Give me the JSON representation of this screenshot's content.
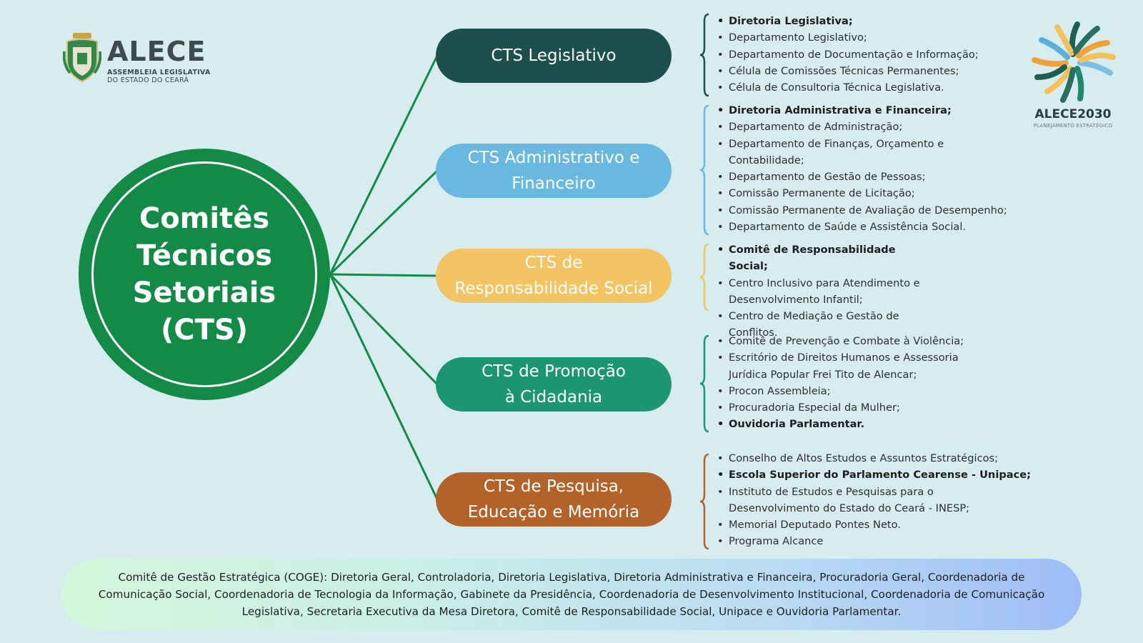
{
  "logo": {
    "brand": "ALECE",
    "subtitle_line1": "ASSEMBLEIA LEGISLATIVA",
    "subtitle_line2": "DO ESTADO DO CEARÁ",
    "icon": "coat-of-arms-icon"
  },
  "plan_logo": {
    "name": "ALECE",
    "year": "2030",
    "subtitle": "PLANEJAMENTO ESTRATÉGICO",
    "icon": "radial-burst-icon"
  },
  "main": {
    "title_lines": [
      "Comitês",
      "Técnicos",
      "Setoriais",
      "(CTS)"
    ],
    "color": "#138a46"
  },
  "committees": [
    {
      "label_lines": [
        "CTS Legislativo"
      ],
      "color": "#1d4f4c",
      "brace_color": "#1d4f4c",
      "items": [
        {
          "text": "Diretoria Legislativa;",
          "bold": true
        },
        {
          "text": "Departamento Legislativo;",
          "bold": false
        },
        {
          "text": "Departamento de Documentação e Informação;",
          "bold": false
        },
        {
          "text": "Célula de Comissões Técnicas Permanentes;",
          "bold": false
        },
        {
          "text": "Célula de Consultoria Técnica Legislativa.",
          "bold": false
        }
      ]
    },
    {
      "label_lines": [
        "CTS Administrativo e",
        "Financeiro"
      ],
      "color": "#68b8e0",
      "brace_color": "#68b8e0",
      "items": [
        {
          "text": "Diretoria Administrativa e Financeira;",
          "bold": true
        },
        {
          "text": "Departamento de Administração;",
          "bold": false
        },
        {
          "text": "Departamento de Finanças, Orçamento e Contabilidade;",
          "bold": false
        },
        {
          "text": " Departamento de Gestão de Pessoas;",
          "bold": false
        },
        {
          "text": "Comissão Permanente de Licitação;",
          "bold": false
        },
        {
          "text": " Comissão Permanente de Avaliação de Desempenho;",
          "bold": false
        },
        {
          "text": "Departamento de Saúde e Assistência Social.",
          "bold": false
        }
      ]
    },
    {
      "label_lines": [
        "CTS de",
        "Responsabilidade Social"
      ],
      "color": "#f2c464",
      "brace_color": "#f2c464",
      "items": [
        {
          "text": "Comitê de Responsabilidade Social;",
          "bold": true
        },
        {
          "text": "Centro Inclusivo para Atendimento e Desenvolvimento Infantil;",
          "bold": false
        },
        {
          "text": "Centro de Mediação e Gestão de Conflitos.",
          "bold": false
        }
      ]
    },
    {
      "label_lines": [
        "CTS de Promoção",
        "à Cidadania"
      ],
      "color": "#1b9670",
      "brace_color": "#1b9670",
      "items": [
        {
          "text": "Comitê de Prevenção e Combate à Violência;",
          "bold": false
        },
        {
          "text": "Escritório de Direitos Humanos e Assessoria Jurídica Popular Frei Tito de Alencar;",
          "bold": false
        },
        {
          "text": " Procon Assembleia;",
          "bold": false
        },
        {
          "text": " Procuradoria Especial da Mulher;",
          "bold": false
        },
        {
          "text": " Ouvidoria Parlamentar.",
          "bold": true
        }
      ]
    },
    {
      "label_lines": [
        "CTS de Pesquisa,",
        "Educação e Memória"
      ],
      "color": "#b3622a",
      "brace_color": "#b3622a",
      "items": [
        {
          "text": "Conselho de Altos Estudos e Assuntos Estratégicos;",
          "bold": false
        },
        {
          "text": "Escola Superior do Parlamento Cearense - Unipace;",
          "bold": true
        },
        {
          "text": "Instituto de Estudos e Pesquisas para o Desenvolvimento do Estado do Ceará - INESP;",
          "bold": false
        },
        {
          "text": "Memorial Deputado Pontes Neto.",
          "bold": false
        },
        {
          "text": "Programa Alcance",
          "bold": false
        }
      ]
    }
  ],
  "footer": {
    "text": "Comitê de Gestão Estratégica (COGE): Diretoria Geral, Controladoria, Diretoria Legislativa, Diretoria Administrativa e Financeira, Procuradoria Geral, Coordenadoria de Comunicação Social, Coordenadoria de Tecnologia da Informação, Gabinete da Presidência, Coordenadoria de Desenvolvimento Institucional, Coordenadoria de Comunicação Legislativa, Secretaria Executiva da Mesa Diretora, Comitê de Responsabilidade Social, Unipace e Ouvidoria Parlamentar."
  },
  "connector_color": "#138a46"
}
